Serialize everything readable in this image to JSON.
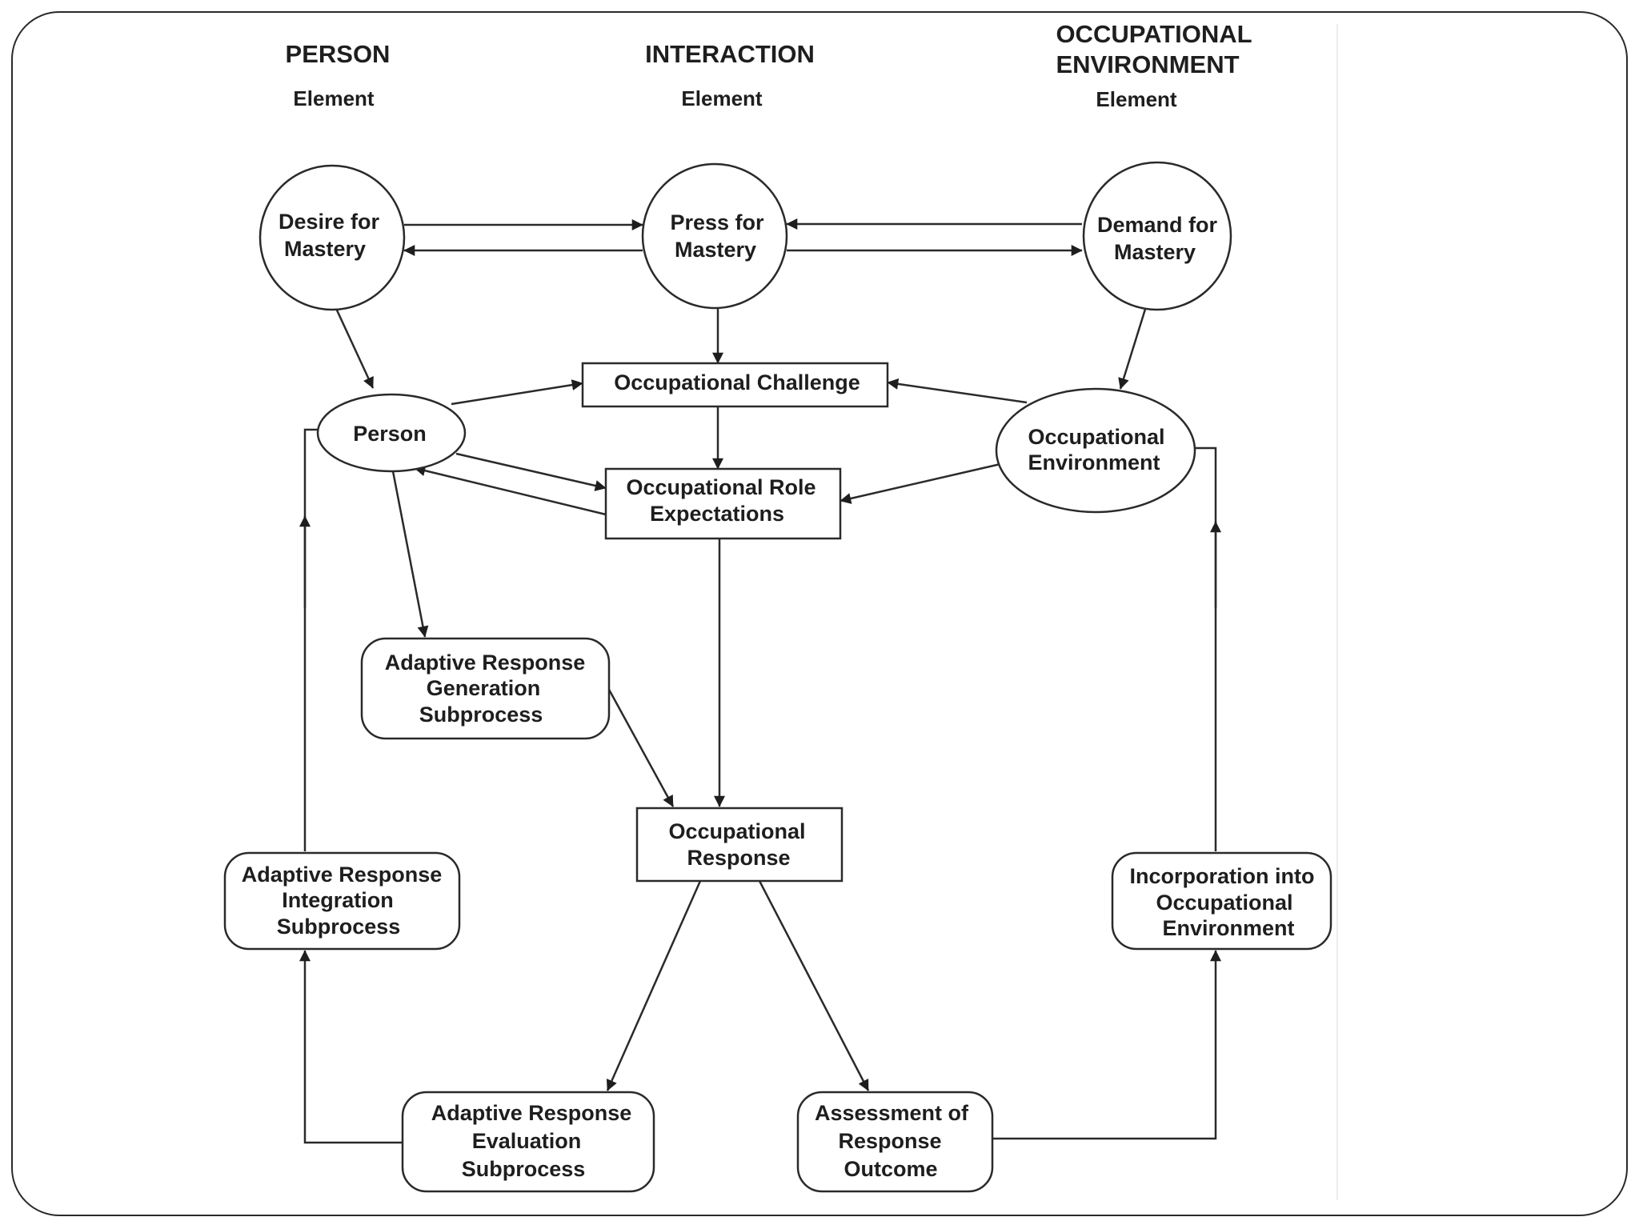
{
  "headers": {
    "person": {
      "title": "PERSON",
      "subtitle": "Element"
    },
    "interaction": {
      "title": "INTERACTION",
      "subtitle": "Element"
    },
    "environment": {
      "title_line1": "OCCUPATIONAL",
      "title_line2": "ENVIRONMENT",
      "subtitle": "Element"
    }
  },
  "nodes": {
    "desire_mastery": [
      "Desire for",
      "Mastery"
    ],
    "press_mastery": [
      "Press for",
      "Mastery"
    ],
    "demand_mastery": [
      "Demand for",
      "Mastery"
    ],
    "person": [
      "Person"
    ],
    "occ_challenge": [
      "Occupational Challenge"
    ],
    "occ_environment": [
      "Occupational",
      "Environment"
    ],
    "occ_role": [
      "Occupational Role",
      "Expectations"
    ],
    "adaptive_generation": [
      "Adaptive Response",
      "Generation",
      "Subprocess"
    ],
    "occ_response": [
      "Occupational",
      "Response"
    ],
    "adaptive_integration": [
      "Adaptive Response",
      "Integration",
      "Subprocess"
    ],
    "incorporation": [
      "Incorporation into",
      "Occupational",
      "Environment"
    ],
    "adaptive_evaluation": [
      "Adaptive Response",
      "Evaluation",
      "Subprocess"
    ],
    "assessment": [
      "Assessment of",
      "Response",
      "Outcome"
    ]
  }
}
